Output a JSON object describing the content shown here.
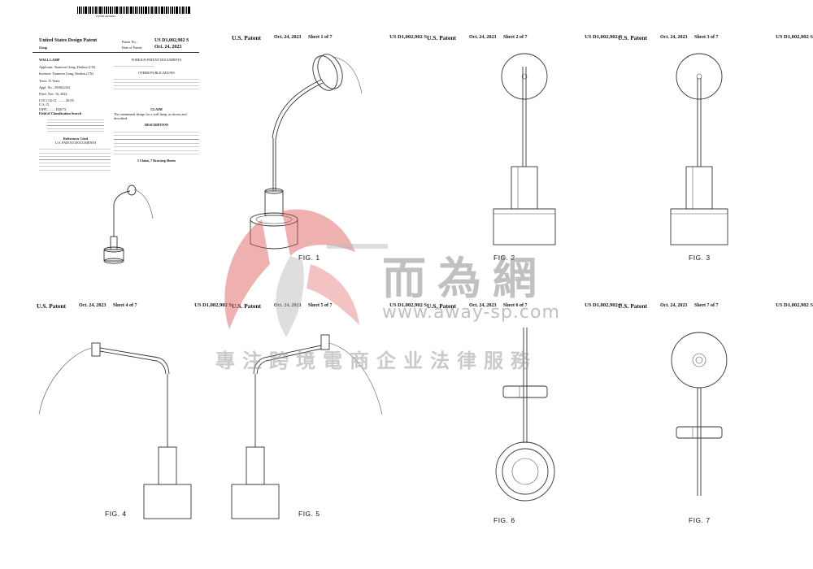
{
  "front_page": {
    "barcode_text": "US00D1002902S",
    "country": "United States Design Patent",
    "inventor_short": "Gong",
    "patent_no_label": "Patent No.:",
    "patent_no": "US D1,002,902 S",
    "date_label": "Date of Patent:",
    "date": "Oct. 24, 2023",
    "title": "WALL LAMP",
    "applicant": "Applicant: Yuanwen Gong, Dezhou (CN)",
    "inventor": "Inventor: Yuanwen Gong, Dezhou (CN)",
    "term": "Term: 15 Years",
    "appl_no": "Appl. No.: 29/864,044",
    "filed": "Filed: Nov. 16, 2022",
    "loc": "LOC (14) Cl. ........ 26-05",
    "us_cl": "U.S. Cl.",
    "uspc": "USPC ........ D26/72",
    "field": "Field of Classification Search",
    "refs": "References Cited",
    "refs_sub": "U.S. PATENT DOCUMENTS",
    "foreign": "FOREIGN PATENT DOCUMENTS",
    "other": "OTHER PUBLICATIONS",
    "claim": "CLAIM",
    "claim_text": "The ornamental design for a wall lamp, as shown and described.",
    "description": "DESCRIPTION",
    "claims_sheets": "1 Claim, 7 Drawing Sheets"
  },
  "sheets": [
    {
      "label": "U.S. Patent",
      "date": "Oct. 24, 2023",
      "sheet": "Sheet 1 of 7",
      "num": "US D1,002,902 S",
      "fig": "FIG. 1"
    },
    {
      "label": "U.S. Patent",
      "date": "Oct. 24, 2023",
      "sheet": "Sheet 2 of 7",
      "num": "US D1,002,902 S",
      "fig": "FIG. 2"
    },
    {
      "label": "U.S. Patent",
      "date": "Oct. 24, 2023",
      "sheet": "Sheet 3 of 7",
      "num": "US D1,002,902 S",
      "fig": "FIG. 3"
    },
    {
      "label": "U.S. Patent",
      "date": "Oct. 24, 2023",
      "sheet": "Sheet 4 of 7",
      "num": "US D1,002,902 S",
      "fig": "FIG. 4"
    },
    {
      "label": "U.S. Patent",
      "date": "Oct. 24, 2023",
      "sheet": "Sheet 5 of 7",
      "num": "US D1,002,902 S",
      "fig": "FIG. 5"
    },
    {
      "label": "U.S. Patent",
      "date": "Oct. 24, 2023",
      "sheet": "Sheet 6 of 7",
      "num": "US D1,002,902 S",
      "fig": "FIG. 6"
    },
    {
      "label": "U.S. Patent",
      "date": "Oct. 24, 2023",
      "sheet": "Sheet 7 of 7",
      "num": "US D1,002,902 S",
      "fig": "FIG. 7"
    }
  ],
  "watermark": {
    "brand_cn": "而為網",
    "url": "www.away-sp.com",
    "slogan": "專注跨境電商企业法律服務",
    "color": "#d9534f"
  }
}
